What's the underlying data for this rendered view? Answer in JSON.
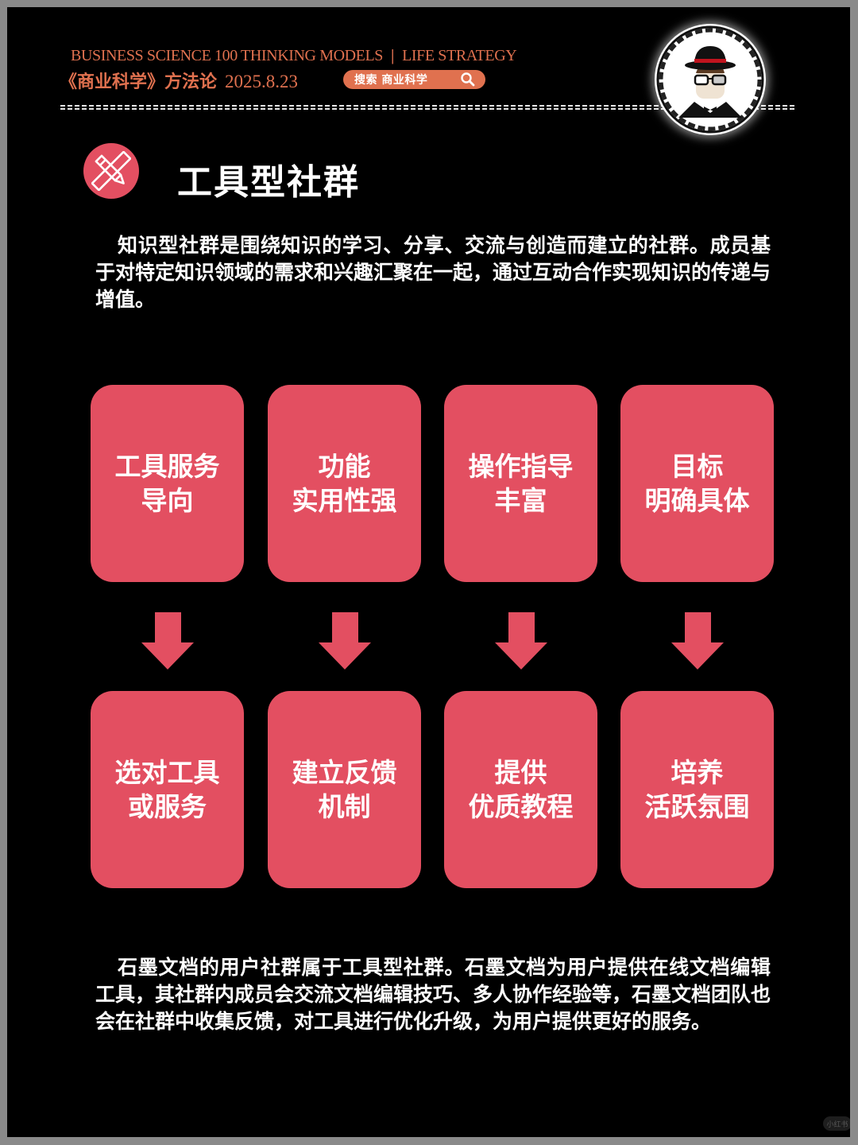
{
  "header": {
    "english_title": "BUSINESS SCIENCE 100 THINKING MODELS",
    "separator": "|",
    "english_subtitle": "LIFE STRATEGY",
    "chinese_title": "《商业科学》方法论",
    "date": "2025.8.23",
    "search": {
      "label": "搜索  商业科学",
      "icon": "search-icon"
    },
    "avatar_icon": "gentleman-hat-glasses-avatar"
  },
  "section": {
    "icon": "pencil-ruler-icon",
    "title": "工具型社群"
  },
  "intro_paragraph": "知识型社群是围绕知识的学习、分享、交流与创造而建立的社群。成员基于对特定知识领域的需求和兴趣汇聚在一起，通过互动合作实现知识的传递与增值。",
  "features": [
    {
      "label": "工具服务\n导向"
    },
    {
      "label": "功能\n实用性强"
    },
    {
      "label": "操作指导\n丰富"
    },
    {
      "label": "目标\n明确具体"
    }
  ],
  "actions": [
    {
      "label": "选对工具\n或服务"
    },
    {
      "label": "建立反馈\n机制"
    },
    {
      "label": "提供\n优质教程"
    },
    {
      "label": "培养\n活跃氛围"
    }
  ],
  "example_paragraph": "石墨文档的用户社群属于工具型社群。石墨文档为用户提供在线文档编辑工具，其社群内成员会交流文档编辑技巧、多人协作经验等，石墨文档团队也会在社群中收集反馈，对工具进行优化升级，为用户提供更好的服务。",
  "watermark": "小红书",
  "colors": {
    "accent_red": "#E34F61",
    "header_orange": "#E0714F",
    "background": "#000000",
    "frame": "#8a8a8a"
  }
}
